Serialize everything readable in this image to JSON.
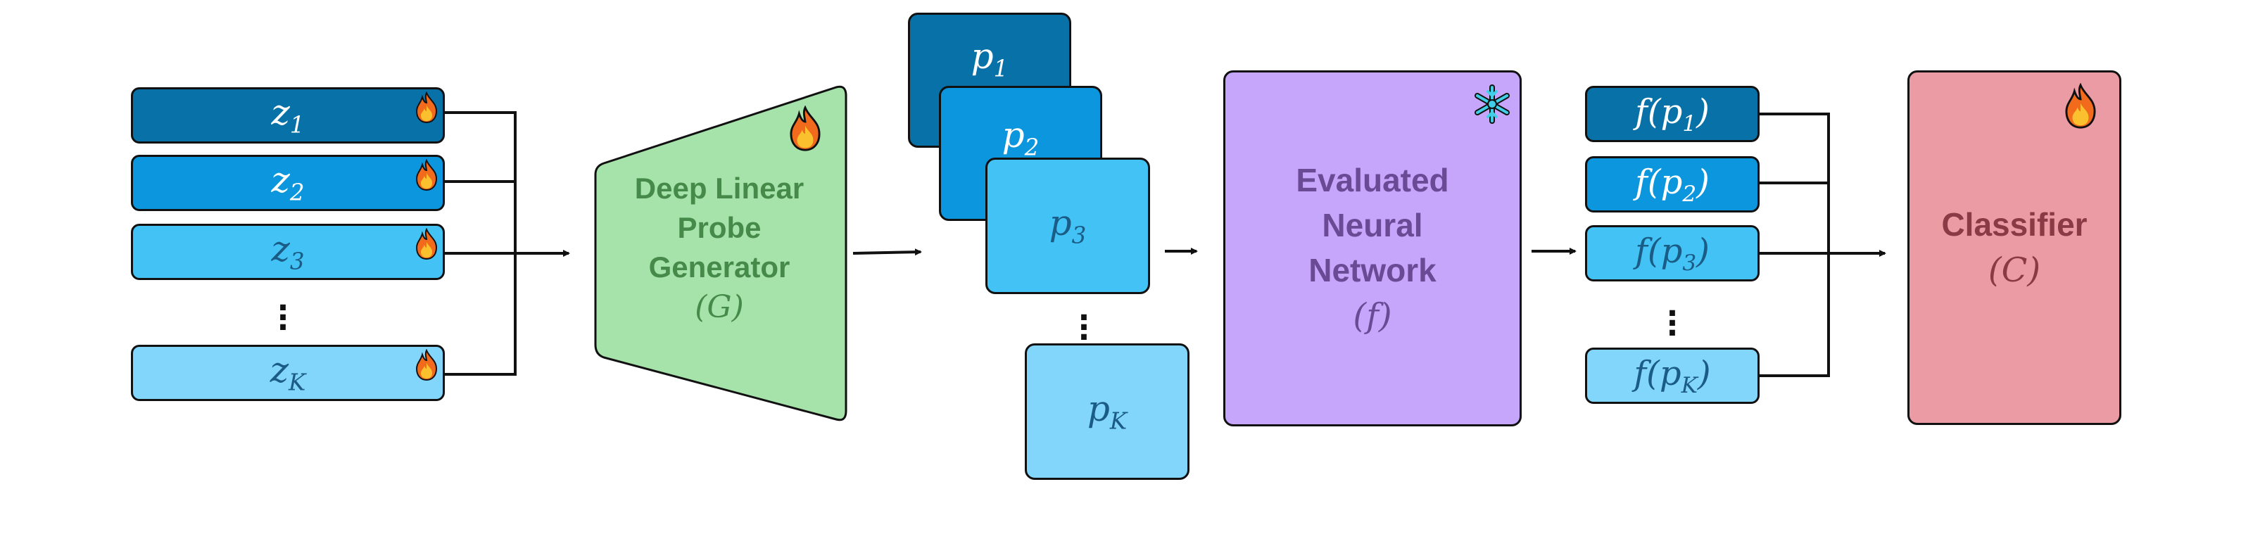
{
  "latents": [
    {
      "base": "z",
      "sub": "1",
      "color": "#0872a8"
    },
    {
      "base": "z",
      "sub": "2",
      "color": "#0b96dd"
    },
    {
      "base": "z",
      "sub": "3",
      "color": "#43c3f5"
    },
    {
      "base": "z",
      "sub": "K",
      "color": "#83d6fb"
    }
  ],
  "generator": {
    "title_lines": [
      "Deep Linear",
      "Probe",
      "Generator"
    ],
    "symbol": "G",
    "fill": "#a6e3ab",
    "text_color": "#468a4a"
  },
  "probes": [
    {
      "base": "p",
      "sub": "1",
      "color": "#0872a8"
    },
    {
      "base": "p",
      "sub": "2",
      "color": "#0b96dd"
    },
    {
      "base": "p",
      "sub": "3",
      "color": "#43c3f5"
    },
    {
      "base": "p",
      "sub": "K",
      "color": "#83d6fb"
    }
  ],
  "network": {
    "title_lines": [
      "Evaluated",
      "Neural",
      "Network"
    ],
    "symbol": "f",
    "fill": "#c6a6fb",
    "text_color": "#6a4a94",
    "status_icon": "snowflake-icon"
  },
  "outputs": [
    {
      "fn": "f",
      "base": "p",
      "sub": "1",
      "color": "#0872a8"
    },
    {
      "fn": "f",
      "base": "p",
      "sub": "2",
      "color": "#0b96dd"
    },
    {
      "fn": "f",
      "base": "p",
      "sub": "3",
      "color": "#43c3f5"
    },
    {
      "fn": "f",
      "base": "p",
      "sub": "K",
      "color": "#83d6fb"
    }
  ],
  "classifier": {
    "title": "Classifier",
    "symbol": "C",
    "fill": "#eb9ba3",
    "text_color": "#8a3a44",
    "status_icon": "fire-icon"
  },
  "trainable_icon": "fire-icon",
  "arrow_color": "#111111",
  "text_light": "#ffffff",
  "text_dark": "#1a5c86"
}
